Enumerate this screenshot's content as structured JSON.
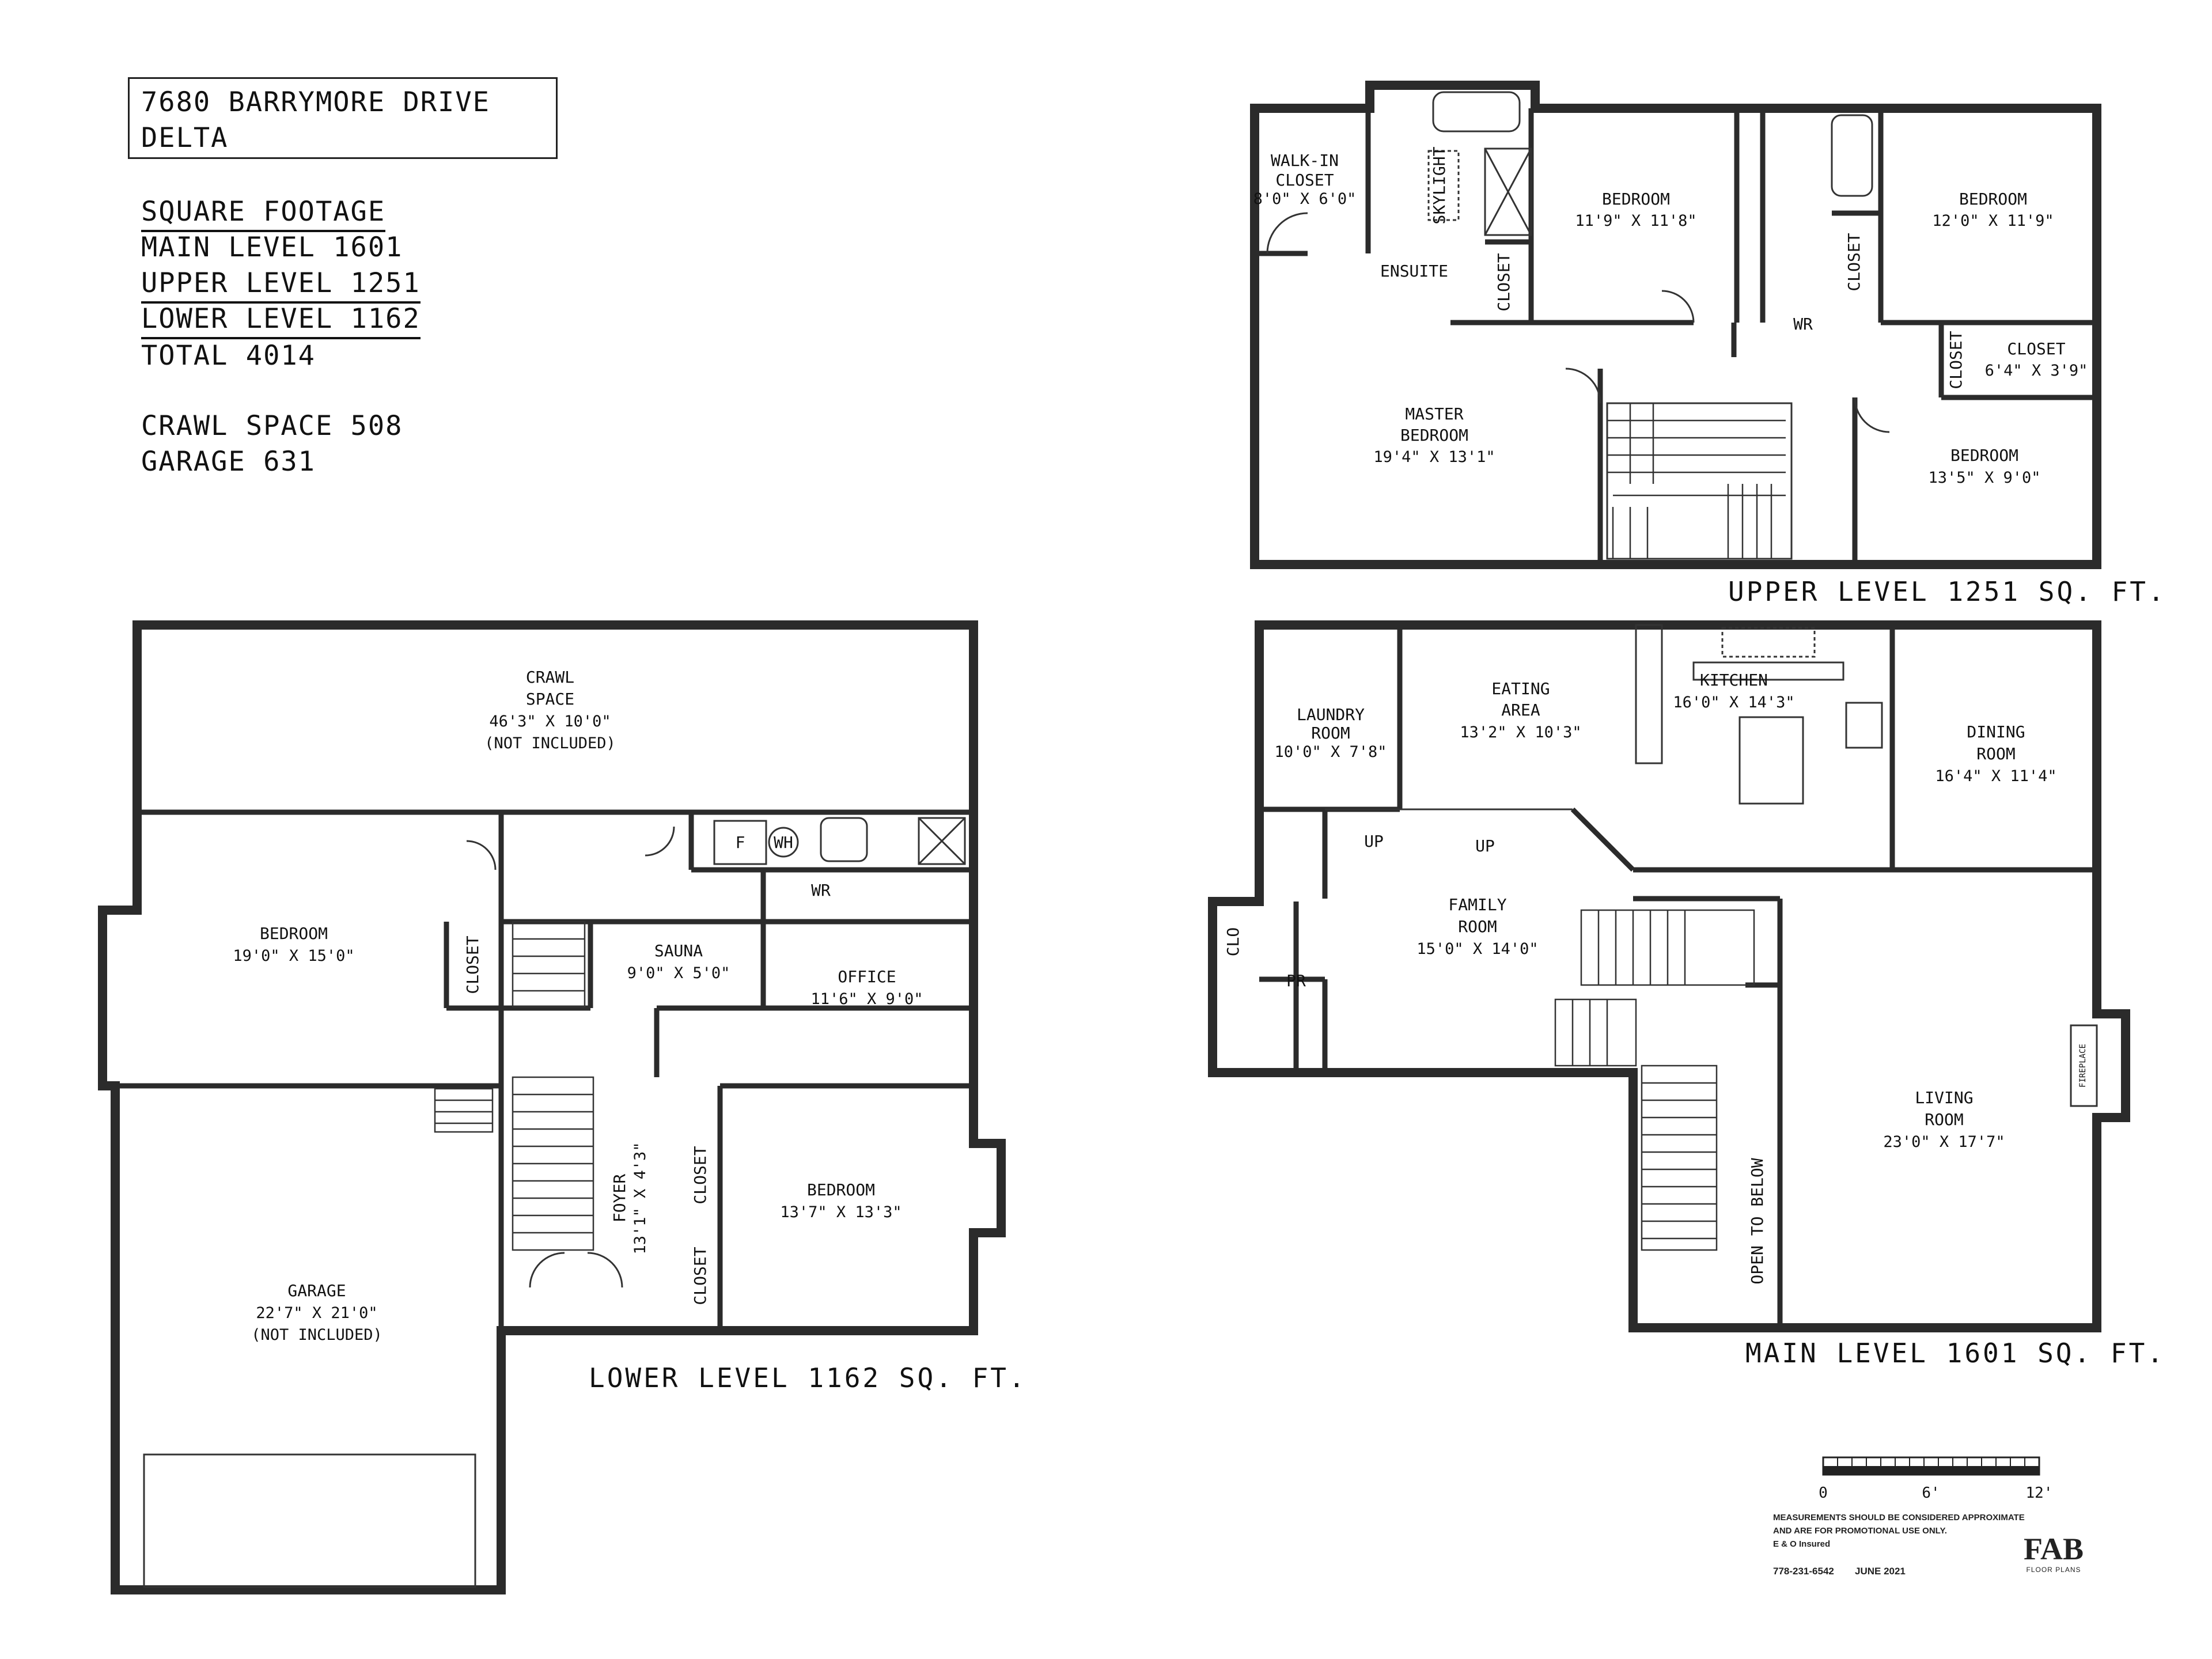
{
  "header": {
    "address_line1": "7680 BARRYMORE DRIVE",
    "address_line2": "DELTA",
    "sqft_title": "SQUARE FOOTAGE",
    "main_level": "MAIN LEVEL 1601",
    "upper_level": "UPPER LEVEL 1251",
    "lower_level": "LOWER LEVEL 1162",
    "total": "TOTAL 4014",
    "crawl": "CRAWL SPACE 508",
    "garage": "GARAGE 631"
  },
  "upper": {
    "title": "UPPER LEVEL 1251 SQ. FT.",
    "rooms": {
      "walkin": [
        "WALK-IN",
        "CLOSET",
        "8'0\" X 6'0\""
      ],
      "skylight": "SKYLIGHT",
      "ensuite": "ENSUITE",
      "closet1": "CLOSET",
      "bed1": [
        "BEDROOM",
        "11'9\" X 11'8\""
      ],
      "bed2": [
        "BEDROOM",
        "12'0\" X 11'9\""
      ],
      "closet2": "CLOSET",
      "wr": "WR",
      "closet3": "CLOSET",
      "closet4": [
        "CLOSET",
        "6'4\" X 3'9\""
      ],
      "master": [
        "MASTER",
        "BEDROOM",
        "19'4\" X 13'1\""
      ],
      "bed3": [
        "BEDROOM",
        "13'5\" X 9'0\""
      ]
    }
  },
  "main": {
    "title": "MAIN LEVEL 1601 SQ. FT.",
    "rooms": {
      "laundry": [
        "LAUNDRY",
        "ROOM",
        "10'0\" X 7'8\""
      ],
      "eating": [
        "EATING",
        "AREA",
        "13'2\" X 10'3\""
      ],
      "kitchen": [
        "KITCHEN",
        "16'0\" X 14'3\""
      ],
      "dining": [
        "DINING",
        "ROOM",
        "16'4\" X 11'4\""
      ],
      "family": [
        "FAMILY",
        "ROOM",
        "15'0\" X 14'0\""
      ],
      "living": [
        "LIVING",
        "ROOM",
        "23'0\" X 17'7\""
      ],
      "up1": "UP",
      "up2": "UP",
      "clo": "CLO",
      "pr": "PR",
      "open": "OPEN TO BELOW",
      "fireplace": "FIREPLACE"
    }
  },
  "lower": {
    "title": "LOWER LEVEL 1162 SQ. FT.",
    "rooms": {
      "crawl": [
        "CRAWL",
        "SPACE",
        "46'3\" X 10'0\"",
        "(NOT INCLUDED)"
      ],
      "bed1": [
        "BEDROOM",
        "19'0\" X 15'0\""
      ],
      "closet1": "CLOSET",
      "sauna": [
        "SAUNA",
        "9'0\" X 5'0\""
      ],
      "office": [
        "OFFICE",
        "11'6\" X 9'0\""
      ],
      "f": "F",
      "wh": "WH",
      "wr": "WR",
      "foyer": [
        "FOYER",
        "13'1\" X 4'3\""
      ],
      "closet2": "CLOSET",
      "closet3": "CLOSET",
      "bed2": [
        "BEDROOM",
        "13'7\" X 13'3\""
      ],
      "garage": [
        "GARAGE",
        "22'7\" X 21'0\"",
        "(NOT INCLUDED)"
      ]
    }
  },
  "scale": {
    "ticks": [
      "0",
      "6'",
      "12'"
    ]
  },
  "footer": {
    "disclaimer1": "MEASUREMENTS SHOULD BE CONSIDERED APPROXIMATE",
    "disclaimer2": "AND ARE FOR PROMOTIONAL USE ONLY.",
    "disclaimer3": "E & O Insured",
    "phone": "778-231-6542",
    "date": "JUNE 2021",
    "logo": "FAB",
    "logo_sub": "FLOOR PLANS"
  }
}
